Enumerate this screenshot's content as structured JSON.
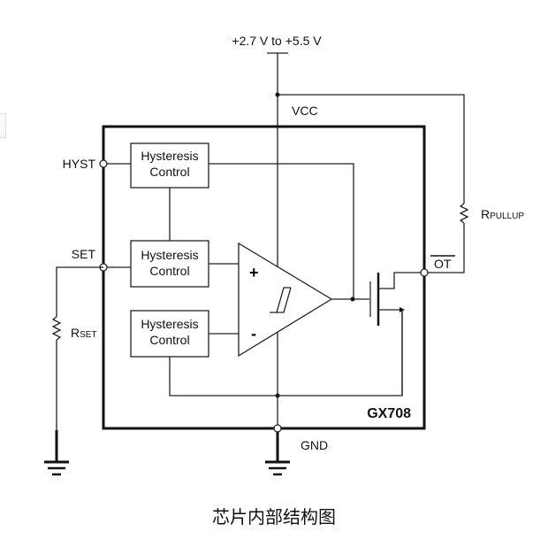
{
  "supply_label": "+2.7 V to +5.5 V",
  "pins": {
    "vcc": "VCC",
    "hyst": "HYST",
    "set": "SET",
    "ot": "OT",
    "gnd": "GND"
  },
  "blocks": [
    {
      "line1": "Hysteresis",
      "line2": "Control"
    },
    {
      "line1": "Hysteresis",
      "line2": "Control"
    },
    {
      "line1": "Hysteresis",
      "line2": "Control"
    }
  ],
  "comparator": {
    "plus": "+",
    "minus": "-"
  },
  "resistors": {
    "rset": {
      "main": "R",
      "sub": "SET"
    },
    "rpullup": {
      "main": "R",
      "sub": "PULLUP"
    }
  },
  "chip_name": "GX708",
  "caption": "芯片内部结构图"
}
